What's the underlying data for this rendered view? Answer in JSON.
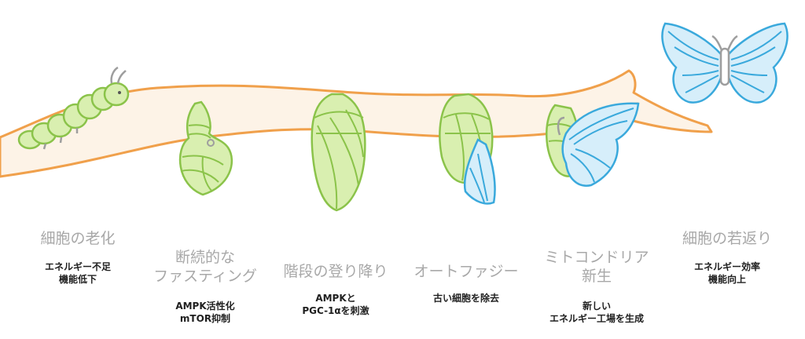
{
  "stages": [
    {
      "title": "細胞の老化",
      "description": "エネルギー不足\n機能低下"
    },
    {
      "title": "断続的な\nファスティング",
      "description": "AMPK活性化\nmTOR抑制"
    },
    {
      "title": "階段の登り降り",
      "description": "AMPKと\nPGC-1αを刺激"
    },
    {
      "title": "オートファジー",
      "description": "古い細胞を除去"
    },
    {
      "title": "ミトコンドリア\n新生",
      "description": "新しい\nエネルギー工場を生成"
    },
    {
      "title": "細胞の若返り",
      "description": "エネルギー効率\n機能向上"
    }
  ],
  "colors": {
    "branch_stroke": "#f0a04b",
    "branch_fill": "#fdf3e7",
    "green_fill": "#d9efb0",
    "green_stroke": "#8bc34a",
    "blue_fill": "#d6eefa",
    "blue_stroke": "#3aa9dc",
    "gray": "#9e9e9e"
  }
}
